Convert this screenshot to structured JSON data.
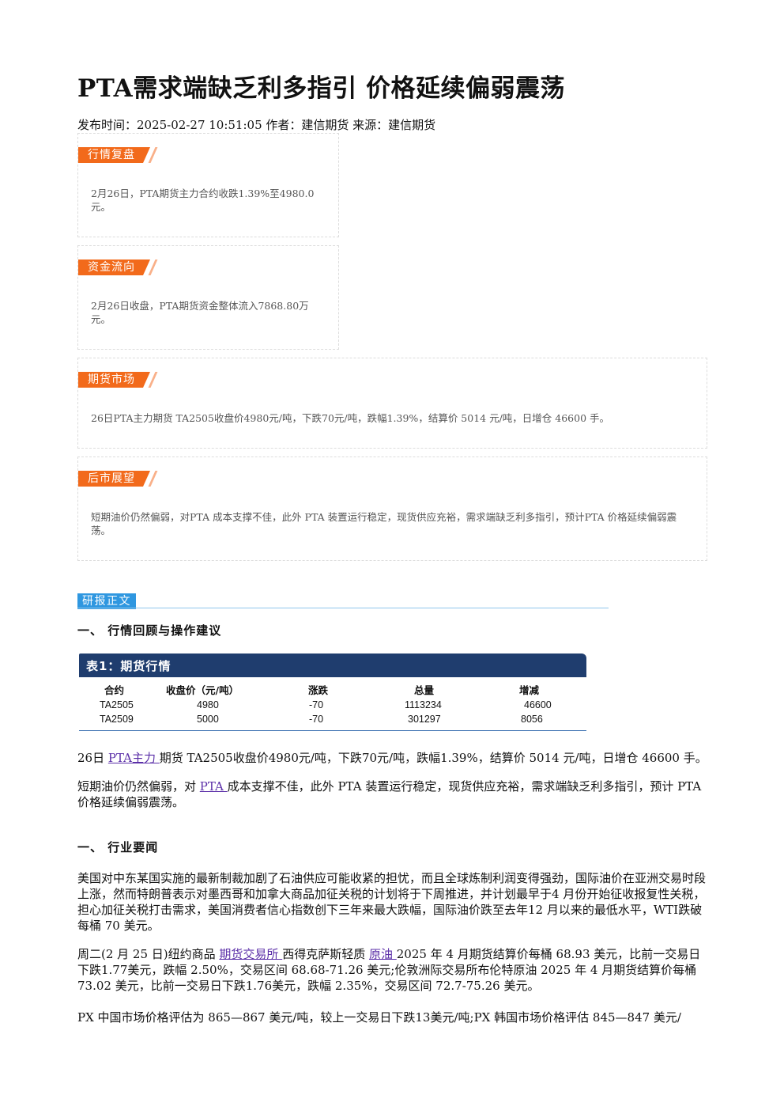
{
  "article": {
    "title": "PTA需求端缺乏利多指引 价格延续偏弱震荡",
    "meta": "发布时间：2025-02-27 10:51:05 作者：建信期货 来源：建信期货"
  },
  "cards": [
    {
      "tag": "行情复盘",
      "text": "2月26日，PTA期货主力合约收跌1.39%至4980.0元。"
    },
    {
      "tag": "资金流向",
      "text": "2月26日收盘，PTA期货资金整体流入7868.80万元。"
    },
    {
      "tag": "期货市场",
      "text": "26日PTA主力期货 TA2505收盘价4980元/吨，下跌70元/吨，跌幅1.39%，结算价 5014 元/吨，日增仓 46600 手。"
    },
    {
      "tag": "后市展望",
      "text": "短期油价仍然偏弱，对PTA 成本支撑不佳，此外 PTA 装置运行稳定，现货供应充裕，需求端缺乏利多指引，预计PTA 价格延续偏弱震荡。"
    }
  ],
  "report": {
    "section_tag": "研报正文",
    "heading1": "一、 行情回顾与操作建议",
    "table": {
      "title": "表1：期货行情",
      "columns": [
        "合约",
        "收盘价（元/吨）",
        "涨跌",
        "总量",
        "增减"
      ],
      "rows": [
        [
          "TA2505",
          "4980",
          "-70",
          "1113234",
          "46600"
        ],
        [
          "TA2509",
          "5000",
          "-70",
          "301297",
          "8056"
        ]
      ]
    },
    "p1": {
      "pre": "26日 ",
      "link": "PTA主力 ",
      "post": "期货 TA2505收盘价4980元/吨，下跌70元/吨，跌幅1.39%，结算价 5014 元/吨，日增仓 46600 手。"
    },
    "p2": {
      "pre": "短期油价仍然偏弱，对 ",
      "link": "PTA ",
      "post": "成本支撑不佳，此外 PTA 装置运行稳定，现货供应充裕，需求端缺乏利多指引，预计 PTA 价格延续偏弱震荡。"
    },
    "heading2": "一、 行业要闻",
    "p3": "美国对中东某国实施的最新制裁加剧了石油供应可能收紧的担忧，而且全球炼制利润变得强劲，国际油价在亚洲交易时段上涨，然而特朗普表示对墨西哥和加拿大商品加征关税的计划将于下周推进，并计划最早于4 月份开始征收报复性关税，担心加征关税打击需求，美国消费者信心指数创下三年来最大跌幅，国际油价跌至去年12 月以来的最低水平，WTI跌破每桶 70 美元。",
    "p4": {
      "a": "周二(2 月 25 日)纽约商品 ",
      "link1": "期货交易所 ",
      "b": "西得克萨斯轻质 ",
      "link2": "原油 ",
      "c": "2025 年 4 月期货结算价每桶 68.93 美元，比前一交易日下跌1.77美元，跌幅 2.50%，交易区间 68.68-71.26 美元;伦敦洲际交易所布伦特原油 2025 年 4 月期货结算价每桶 73.02 美元，比前一交易日下跌1.76美元，跌幅 2.35%，交易区间 72.7-75.26 美元。"
    },
    "p5": "PX 中国市场价格评估为 865—867 美元/吨，较上一交易日下跌13美元/吨;PX 韩国市场价格评估 845—847 美元/"
  }
}
